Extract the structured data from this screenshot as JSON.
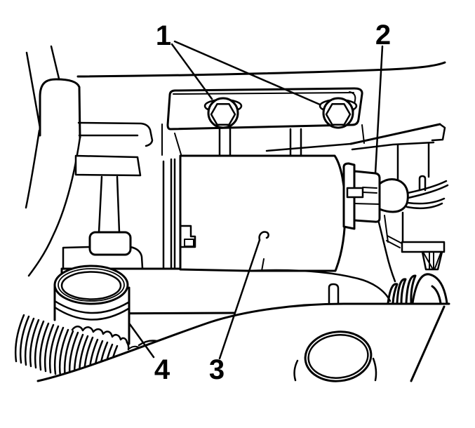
{
  "figure": {
    "type": "technical-line-illustration",
    "description": "Engine compartment service illustration with numbered callouts",
    "background_color": "#ffffff",
    "line_color": "#000000"
  },
  "callouts": [
    {
      "id": "callout-1",
      "label": "1"
    },
    {
      "id": "callout-2",
      "label": "2"
    },
    {
      "id": "callout-3",
      "label": "3"
    },
    {
      "id": "callout-4",
      "label": "4"
    }
  ]
}
